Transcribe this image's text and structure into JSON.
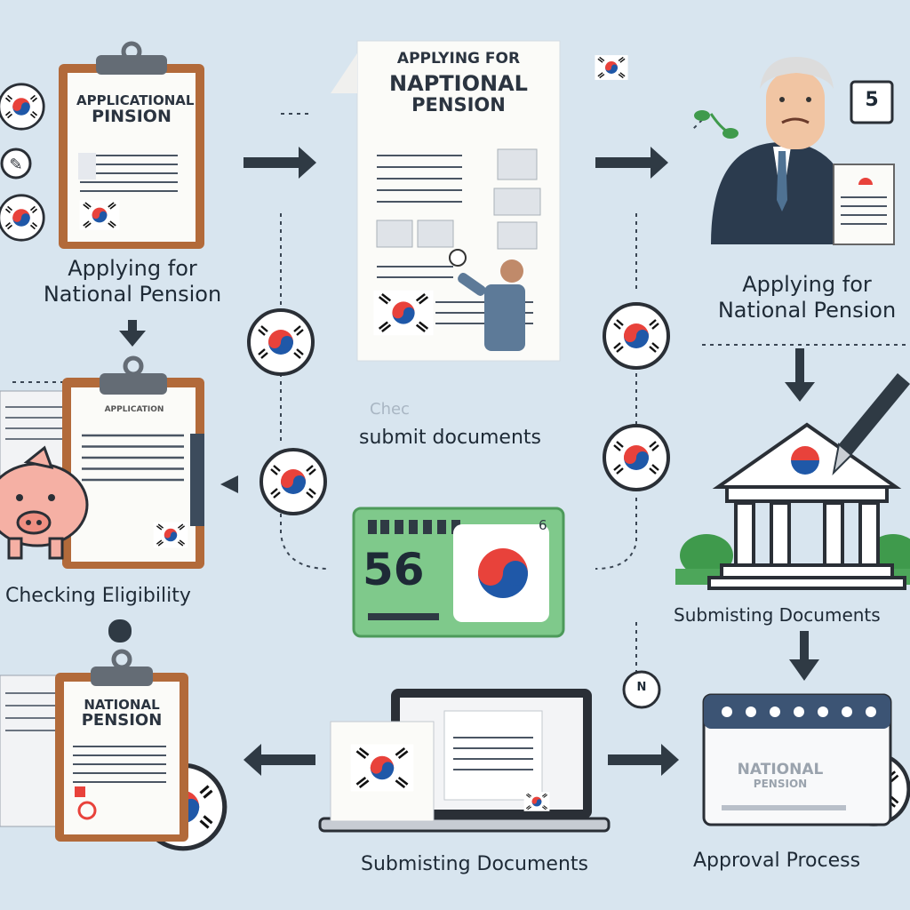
{
  "steps": {
    "top_left_doc_title_1": "APPLICATIONAL",
    "top_left_doc_title_2": "PINSION",
    "top_left_caption_1": "Applying for",
    "top_left_caption_2": "National Pension",
    "center_doc_title_1": "APPLYING FOR",
    "center_doc_title_2": "NAPTIONAL",
    "center_doc_title_3": "PENSION",
    "center_caption_faded": "Chec",
    "center_caption": "submit documents",
    "right_badge": "5",
    "right_caption_1": "Applying for",
    "right_caption_2": "National Pension",
    "mid_left_caption": "Checking Eligibility",
    "mid_left_doc_title": "APPLICATION",
    "card_number": "56",
    "card_corner": "6",
    "right_building_caption": "Submisting Documents",
    "bottom_left_doc_title_1": "NATIONAL",
    "bottom_left_doc_title_2": "PENSION",
    "bottom_center_caption": "Submisting Documents",
    "bottom_right_badge": "N",
    "bottom_right_doc_title_1": "NATIONAL",
    "bottom_right_doc_title_2": "PENSION",
    "bottom_right_caption": "Approval Process"
  },
  "colors": {
    "background": "#d8e5ef",
    "taeguk_red": "#e8423b",
    "taeguk_blue": "#1f58a8",
    "card_green": "#7fc98b",
    "clipboard": "#b26a3a",
    "dark_arrow": "#2f3a44",
    "tree_green": "#3f9a4c"
  },
  "icons": [
    "clipboard-icon",
    "korean-flag-icon",
    "arrow-icon",
    "piggy-bank-icon",
    "building-icon",
    "pen-icon",
    "laptop-icon",
    "browser-window-icon",
    "person-icon",
    "pension-card-icon"
  ]
}
